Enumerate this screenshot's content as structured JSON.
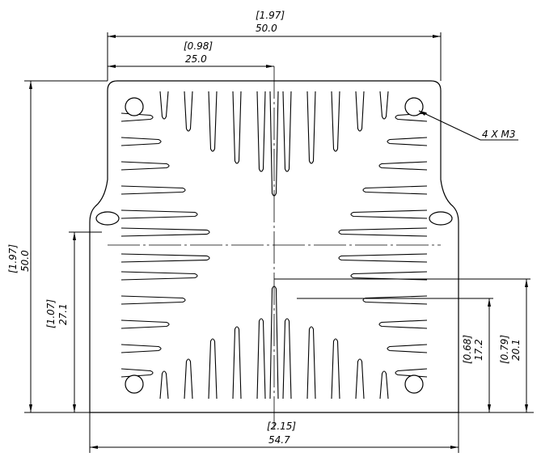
{
  "dimensions": {
    "overall_width": {
      "inch": "[1.97]",
      "mm": "50.0"
    },
    "half_width": {
      "inch": "[0.98]",
      "mm": "25.0"
    },
    "overall_height": {
      "inch": "[1.97]",
      "mm": "50.0"
    },
    "base_height": {
      "inch": "[1.07]",
      "mm": "27.1"
    },
    "base_width": {
      "inch": "[2.15]",
      "mm": "54.7"
    },
    "inner_fin_offset": {
      "inch": "[0.68]",
      "mm": "17.2"
    },
    "center_fin_offset": {
      "inch": "[0.79]",
      "mm": "20.1"
    }
  },
  "callouts": {
    "holes": "4 X M3"
  }
}
